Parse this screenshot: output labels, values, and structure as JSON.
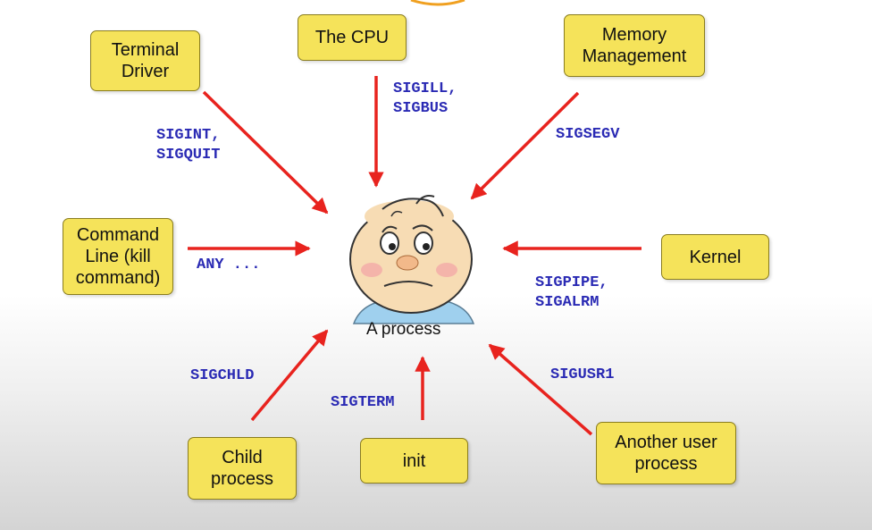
{
  "diagram": {
    "caption": "A process",
    "colors": {
      "box_fill": "#f5e35a",
      "arrow": "#e8231e",
      "signal_text": "#2a2ab4"
    },
    "sources": [
      {
        "id": "terminal",
        "label": "Terminal\nDriver",
        "signals": "SIGINT,\nSIGQUIT"
      },
      {
        "id": "cpu",
        "label": "The CPU",
        "signals": "SIGILL,\nSIGBUS"
      },
      {
        "id": "memory",
        "label": "Memory\nManagement",
        "signals": "SIGSEGV"
      },
      {
        "id": "command",
        "label": "Command\nLine (kill\ncommand)",
        "signals": "ANY ..."
      },
      {
        "id": "kernel",
        "label": "Kernel",
        "signals": "SIGPIPE,\nSIGALRM"
      },
      {
        "id": "child",
        "label": "Child\nprocess",
        "signals": "SIGCHLD"
      },
      {
        "id": "init",
        "label": "init",
        "signals": "SIGTERM"
      },
      {
        "id": "another",
        "label": "Another user\nprocess",
        "signals": "SIGUSR1"
      }
    ]
  }
}
